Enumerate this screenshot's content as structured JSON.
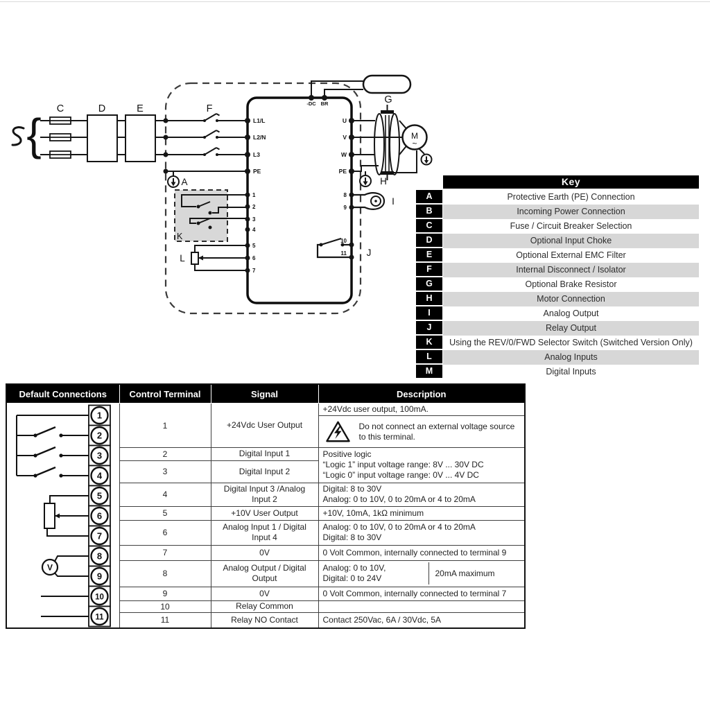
{
  "diagram": {
    "labels": {
      "A": "A",
      "C": "C",
      "D": "D",
      "E": "E",
      "F": "F",
      "G": "G",
      "H": "H",
      "I": "I",
      "J": "J",
      "K": "K",
      "L": "L"
    },
    "brace": "{",
    "drive_terminals": {
      "top": [
        "-DC",
        "BR"
      ],
      "input": [
        "L1/L",
        "L2/N",
        "L3",
        "PE"
      ],
      "output": [
        "U",
        "V",
        "W",
        "PE"
      ],
      "control_left": [
        "1",
        "2",
        "3",
        "4",
        "5",
        "6",
        "7"
      ],
      "control_right": [
        "8",
        "9",
        "10",
        "11"
      ]
    },
    "motor": {
      "letter": "M",
      "wave": "~"
    }
  },
  "key_table": {
    "title": "Key",
    "rows": [
      {
        "letter": "A",
        "description": "Protective Earth (PE) Connection"
      },
      {
        "letter": "B",
        "description": "Incoming Power Connection"
      },
      {
        "letter": "C",
        "description": "Fuse / Circuit Breaker Selection"
      },
      {
        "letter": "D",
        "description": "Optional Input Choke"
      },
      {
        "letter": "E",
        "description": "Optional External EMC Filter"
      },
      {
        "letter": "F",
        "description": "Internal Disconnect / Isolator"
      },
      {
        "letter": "G",
        "description": "Optional Brake Resistor"
      },
      {
        "letter": "H",
        "description": "Motor Connection"
      },
      {
        "letter": "I",
        "description": "Analog Output"
      },
      {
        "letter": "J",
        "description": "Relay Output"
      },
      {
        "letter": "K",
        "description": "Using the REV/0/FWD Selector Switch (Switched Version Only)"
      },
      {
        "letter": "L",
        "description": "Analog Inputs"
      },
      {
        "letter": "M",
        "description": "Digital Inputs"
      }
    ]
  },
  "connections_table": {
    "headers": {
      "connections": "Default Connections",
      "terminal": "Control Terminal",
      "signal": "Signal",
      "description": "Description"
    },
    "terminal_strip": [
      "1",
      "2",
      "3",
      "4",
      "5",
      "6",
      "7",
      "8",
      "9",
      "10",
      "11"
    ],
    "voltmeter_label": "V",
    "rows": [
      {
        "terminal": "1",
        "signal": "+24Vdc User Output",
        "desc_top": "+24Vdc user output, 100mA.",
        "desc_warning": "Do not connect an external voltage source to this terminal."
      },
      {
        "terminal": "2",
        "signal": "Digital Input 1",
        "desc_line1": "Positive logic",
        "desc_line2": "“Logic 1” input voltage range: 8V ... 30V DC",
        "desc_line3": "“Logic 0” input voltage range: 0V ... 4V DC"
      },
      {
        "terminal": "3",
        "signal": "Digital Input 2"
      },
      {
        "terminal": "4",
        "signal": "Digital Input 3 /Analog Input 2",
        "desc_line1": "Digital: 8 to 30V",
        "desc_line2": "Analog: 0 to 10V, 0 to 20mA or 4 to 20mA"
      },
      {
        "terminal": "5",
        "signal": "+10V User Output",
        "desc": "+10V, 10mA, 1kΩ minimum"
      },
      {
        "terminal": "6",
        "signal": "Analog Input 1 / Digital Input 4",
        "desc_line1": "Analog: 0 to 10V, 0 to 20mA or 4 to 20mA",
        "desc_line2": "Digital:  8 to 30V"
      },
      {
        "terminal": "7",
        "signal": "0V",
        "desc": "0 Volt Common, internally connected to terminal 9"
      },
      {
        "terminal": "8",
        "signal": "Analog Output / Digital Output",
        "desc_line1": "Analog: 0 to 10V,",
        "desc_line2": "Digital:  0 to 24V",
        "desc_side": "20mA maximum"
      },
      {
        "terminal": "9",
        "signal": "0V",
        "desc": "0 Volt Common, internally connected to terminal 7"
      },
      {
        "terminal": "10",
        "signal": "Relay Common",
        "desc": ""
      },
      {
        "terminal": "11",
        "signal": "Relay NO Contact",
        "desc": "Contact 250Vac, 6A / 30Vdc, 5A"
      }
    ]
  },
  "colors": {
    "table_header_bg": "#000000",
    "key_alt_row": "#d7d7d7",
    "k_box_fill": "#d8d8d8",
    "line": "#151515"
  }
}
